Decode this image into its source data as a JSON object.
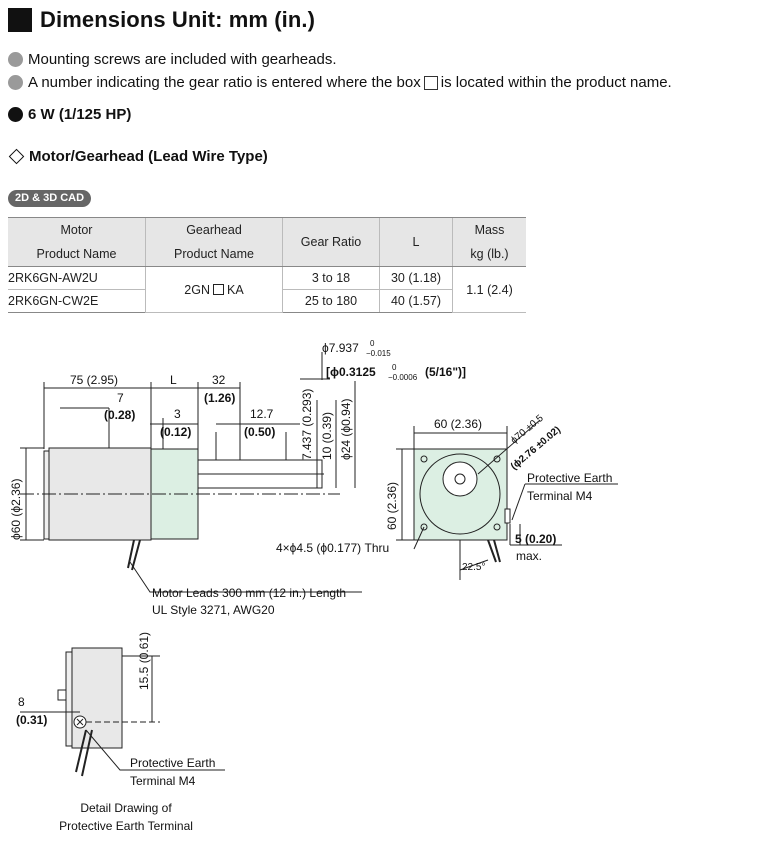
{
  "title": "Dimensions  Unit: mm (in.)",
  "notes": [
    "Mounting screws are included with gearheads.",
    "A number indicating the gear ratio is entered where the box",
    "is located within the product name."
  ],
  "power": "6 W (1/125 HP)",
  "section": "Motor/Gearhead (Lead Wire Type)",
  "cad_badge": "2D & 3D CAD",
  "table": {
    "headers": {
      "motor1": "Motor",
      "motor2": "Product  Name",
      "gear1": "Gearhead",
      "gear2": "Product  Name",
      "ratio": "Gear Ratio",
      "l": "L",
      "mass1": "Mass",
      "mass2": "kg (lb.)"
    },
    "rows": [
      {
        "motor": "2RK6GN-AW2U",
        "ratio": "3 to 18",
        "l": "30 (1.18)"
      },
      {
        "motor": "2RK6GN-CW2E",
        "ratio": "25 to 180",
        "l": "40 (1.57)"
      }
    ],
    "gearhead_pre": "2GN",
    "gearhead_post": "KA",
    "mass": "1.1 (2.4)"
  },
  "drawing": {
    "phi_shaft_a": "ϕ7.937",
    "phi_shaft_tol_top": "0",
    "phi_shaft_tol_bot": "−0.015",
    "phi_shaft_in_a": "[ϕ0.3125",
    "phi_shaft_in_top": "0",
    "phi_shaft_in_bot": "−0.0006",
    "phi_shaft_in_b": "(5/16\")]",
    "dim_75": "75 (2.95)",
    "dim_L": "L",
    "dim_32": "32",
    "dim_32_in": "(1.26)",
    "dim_7": "7",
    "dim_7_in": "(0.28)",
    "dim_3": "3",
    "dim_3_in": "(0.12)",
    "dim_12_7": "12.7",
    "dim_12_7_in": "(0.50)",
    "dim_7_437": "7.437 (0.293)",
    "dim_10": "10 (0.39)",
    "dim_phi24": "ϕ24 (ϕ0.94)",
    "dim_phi60": "ϕ60 (ϕ2.36)",
    "dim_60_top": "60 (2.36)",
    "dim_60_side": "60 (2.36)",
    "dim_phi70": "ϕ70 ±0.5",
    "dim_phi2_76": "(ϕ2.76 ±0.02)",
    "protective_earth_1": "Protective Earth",
    "terminal_m4_1": "Terminal M4",
    "dim_5": "5 (0.20)",
    "max": "max.",
    "holes": "4×ϕ4.5 (ϕ0.177) Thru",
    "angle": "22.5°",
    "leads_1": "Motor Leads 300 mm (12 in.) Length",
    "leads_2": "UL Style 3271, AWG20",
    "dim_15_5": "15.5 (0.61)",
    "dim_8": "8",
    "dim_8_in": "(0.31)",
    "protective_earth_2": "Protective Earth",
    "terminal_m4_2": "Terminal M4",
    "detail_1": "Detail Drawing of",
    "detail_2": "Protective Earth Terminal"
  }
}
